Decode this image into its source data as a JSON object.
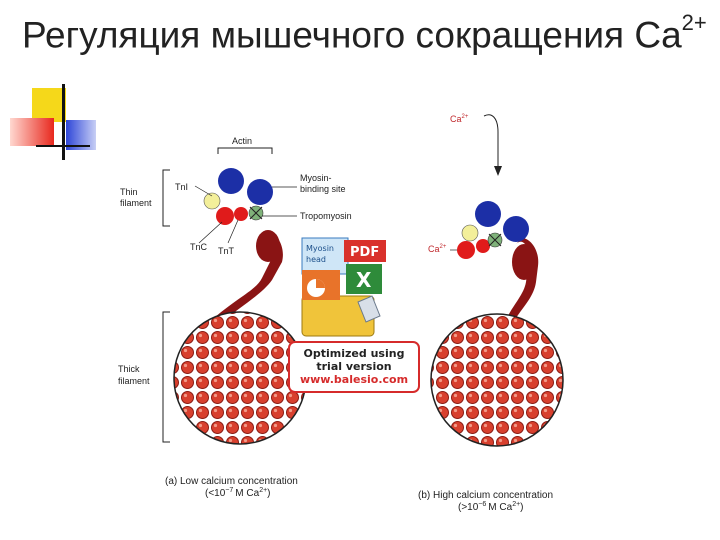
{
  "title": {
    "text": "Регуляция мышечного сокращения Ca",
    "sup": "2+"
  },
  "labels": {
    "actin": "Actin",
    "thin_filament_1": "Thin",
    "thin_filament_2": "filament",
    "tni": "TnI",
    "myosin_binding_1": "Myosin-",
    "myosin_binding_2": "binding site",
    "tropomyosin": "Tropomyosin",
    "tnc": "TnC",
    "tnt": "TnT",
    "thick_filament_1": "Thick",
    "thick_filament_2": "filament",
    "ca_top": "Ca",
    "ca_top_sup": "2+",
    "ca_mid": "Ca",
    "ca_mid_sup": "2+"
  },
  "captions": {
    "a_line1": "(a)  Low calcium concentration",
    "a_line2": "(<10",
    "a_line2_sup": "−7",
    "a_line2_rest": "M Ca",
    "a_line2_sup2": "2+",
    "a_line2_end": ")",
    "b_line1": "(b)  High calcium concentration",
    "b_line2": "(>10",
    "b_line2_sup": "−6",
    "b_line2_rest": "M Ca",
    "b_line2_sup2": "2+",
    "b_line2_end": ")"
  },
  "watermark": {
    "line1": "Optimized using",
    "line2": "trial version",
    "line3": "www.balesio.com",
    "icon_text_1": "Myosin",
    "icon_text_2": "head",
    "pdf": "PDF",
    "x": "X"
  },
  "colors": {
    "actin_blue": "#1c2fa6",
    "troponin_red": "#e01b1b",
    "myosin_head": "#8a1414",
    "thick_filament": "#c83a2a",
    "deco_yellow": "#f5d81a",
    "deco_blue": "#2e46d8",
    "deco_red": "#e8281e"
  }
}
